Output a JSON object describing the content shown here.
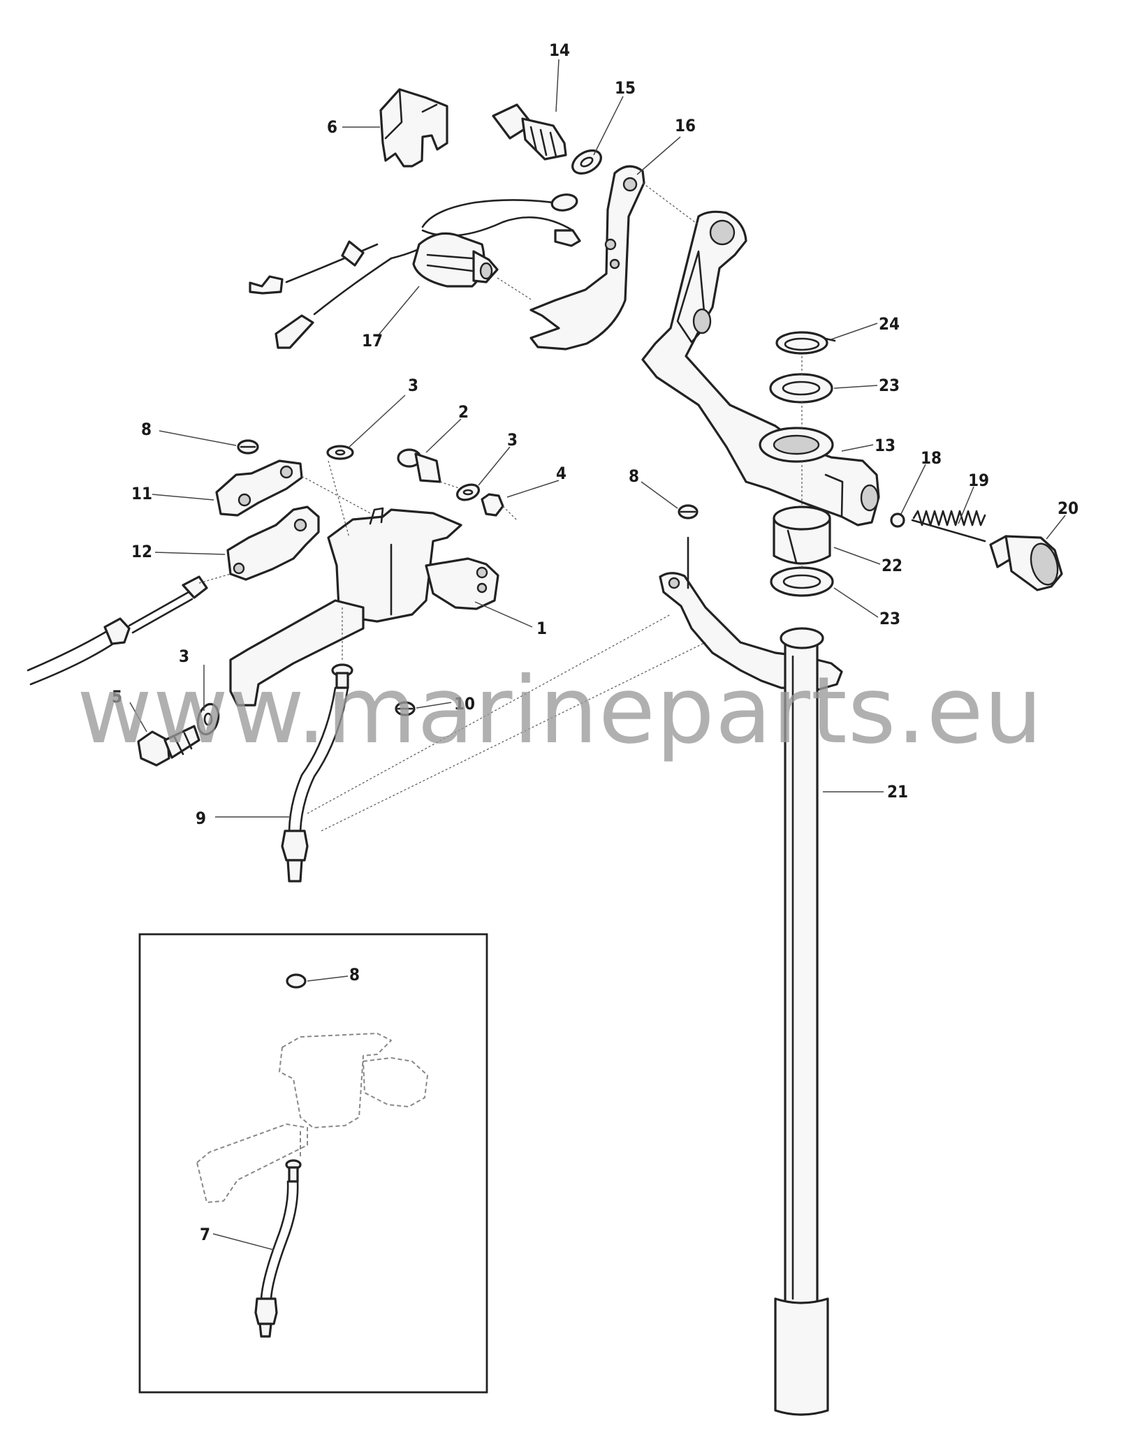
{
  "watermark": "www.marineparts.eu",
  "callouts": [
    "14",
    "15",
    "16",
    "6",
    "17",
    "24",
    "23",
    "13",
    "18",
    "19",
    "20",
    "22",
    "23",
    "8",
    "3",
    "2",
    "3",
    "4",
    "8",
    "11",
    "12",
    "1",
    "3",
    "5",
    "10",
    "9",
    "21",
    "8",
    "7"
  ]
}
